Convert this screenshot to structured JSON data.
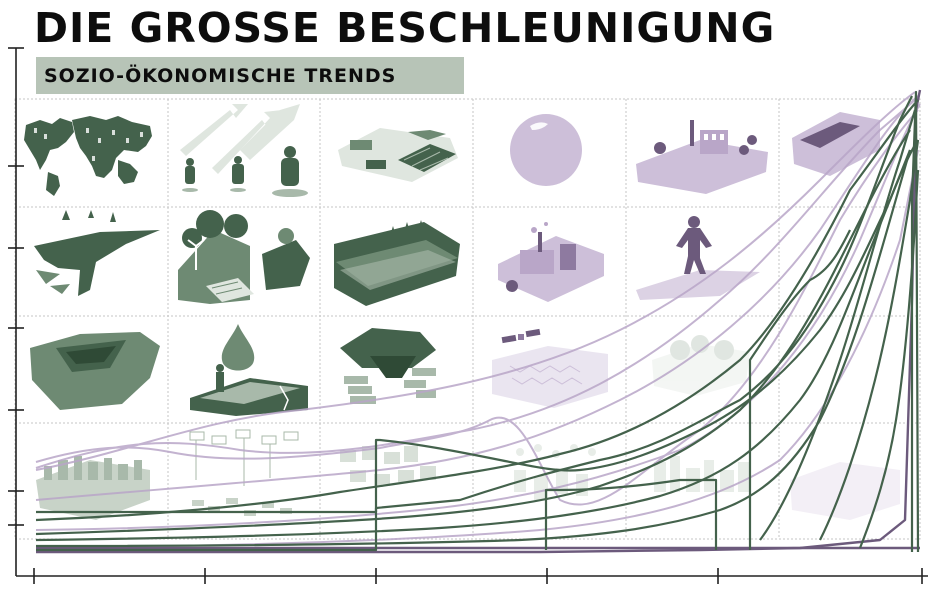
{
  "header": {
    "title": "DIE GROSSE BESCHLEUNIGUNG",
    "subtitle": "SOZIO-ÖKONOMISCHE TRENDS"
  },
  "colors": {
    "title_text": "#0d0d0d",
    "subtitle_bg": "#b7c4b7",
    "dark_green": "#44624c",
    "mid_green": "#6e8a73",
    "light_green": "#a8b9aa",
    "lilac": "#b9a6c8",
    "dark_purple": "#6c5a7c",
    "axis": "#222222",
    "grid": "#c6c6c6"
  },
  "icons": [
    "world-population-map-icon",
    "urbanisation-arrows-people-icon",
    "agriculture-fields-icon",
    "globe-sphere-icon",
    "industry-factory-icon",
    "dam-landscape-icon",
    "aviation-airplane-icon",
    "energy-wind-solar-icon",
    "mining-earth-layers-icon",
    "chemistry-factory-icon",
    "tourism-person-icon",
    "placeholder",
    "mining-pit-icon",
    "water-use-drop-icon",
    "fertilizer-funnel-icon",
    "telecommunication-satellite-icon",
    "forest-faded-icon",
    "placeholder",
    "city-buildings-icon",
    "transport-vehicles-icon",
    "settlement-houses-icon",
    "people-crowd-faded-icon",
    "skyline-faded-icon",
    "roof-buildings-faded-icon"
  ]
}
